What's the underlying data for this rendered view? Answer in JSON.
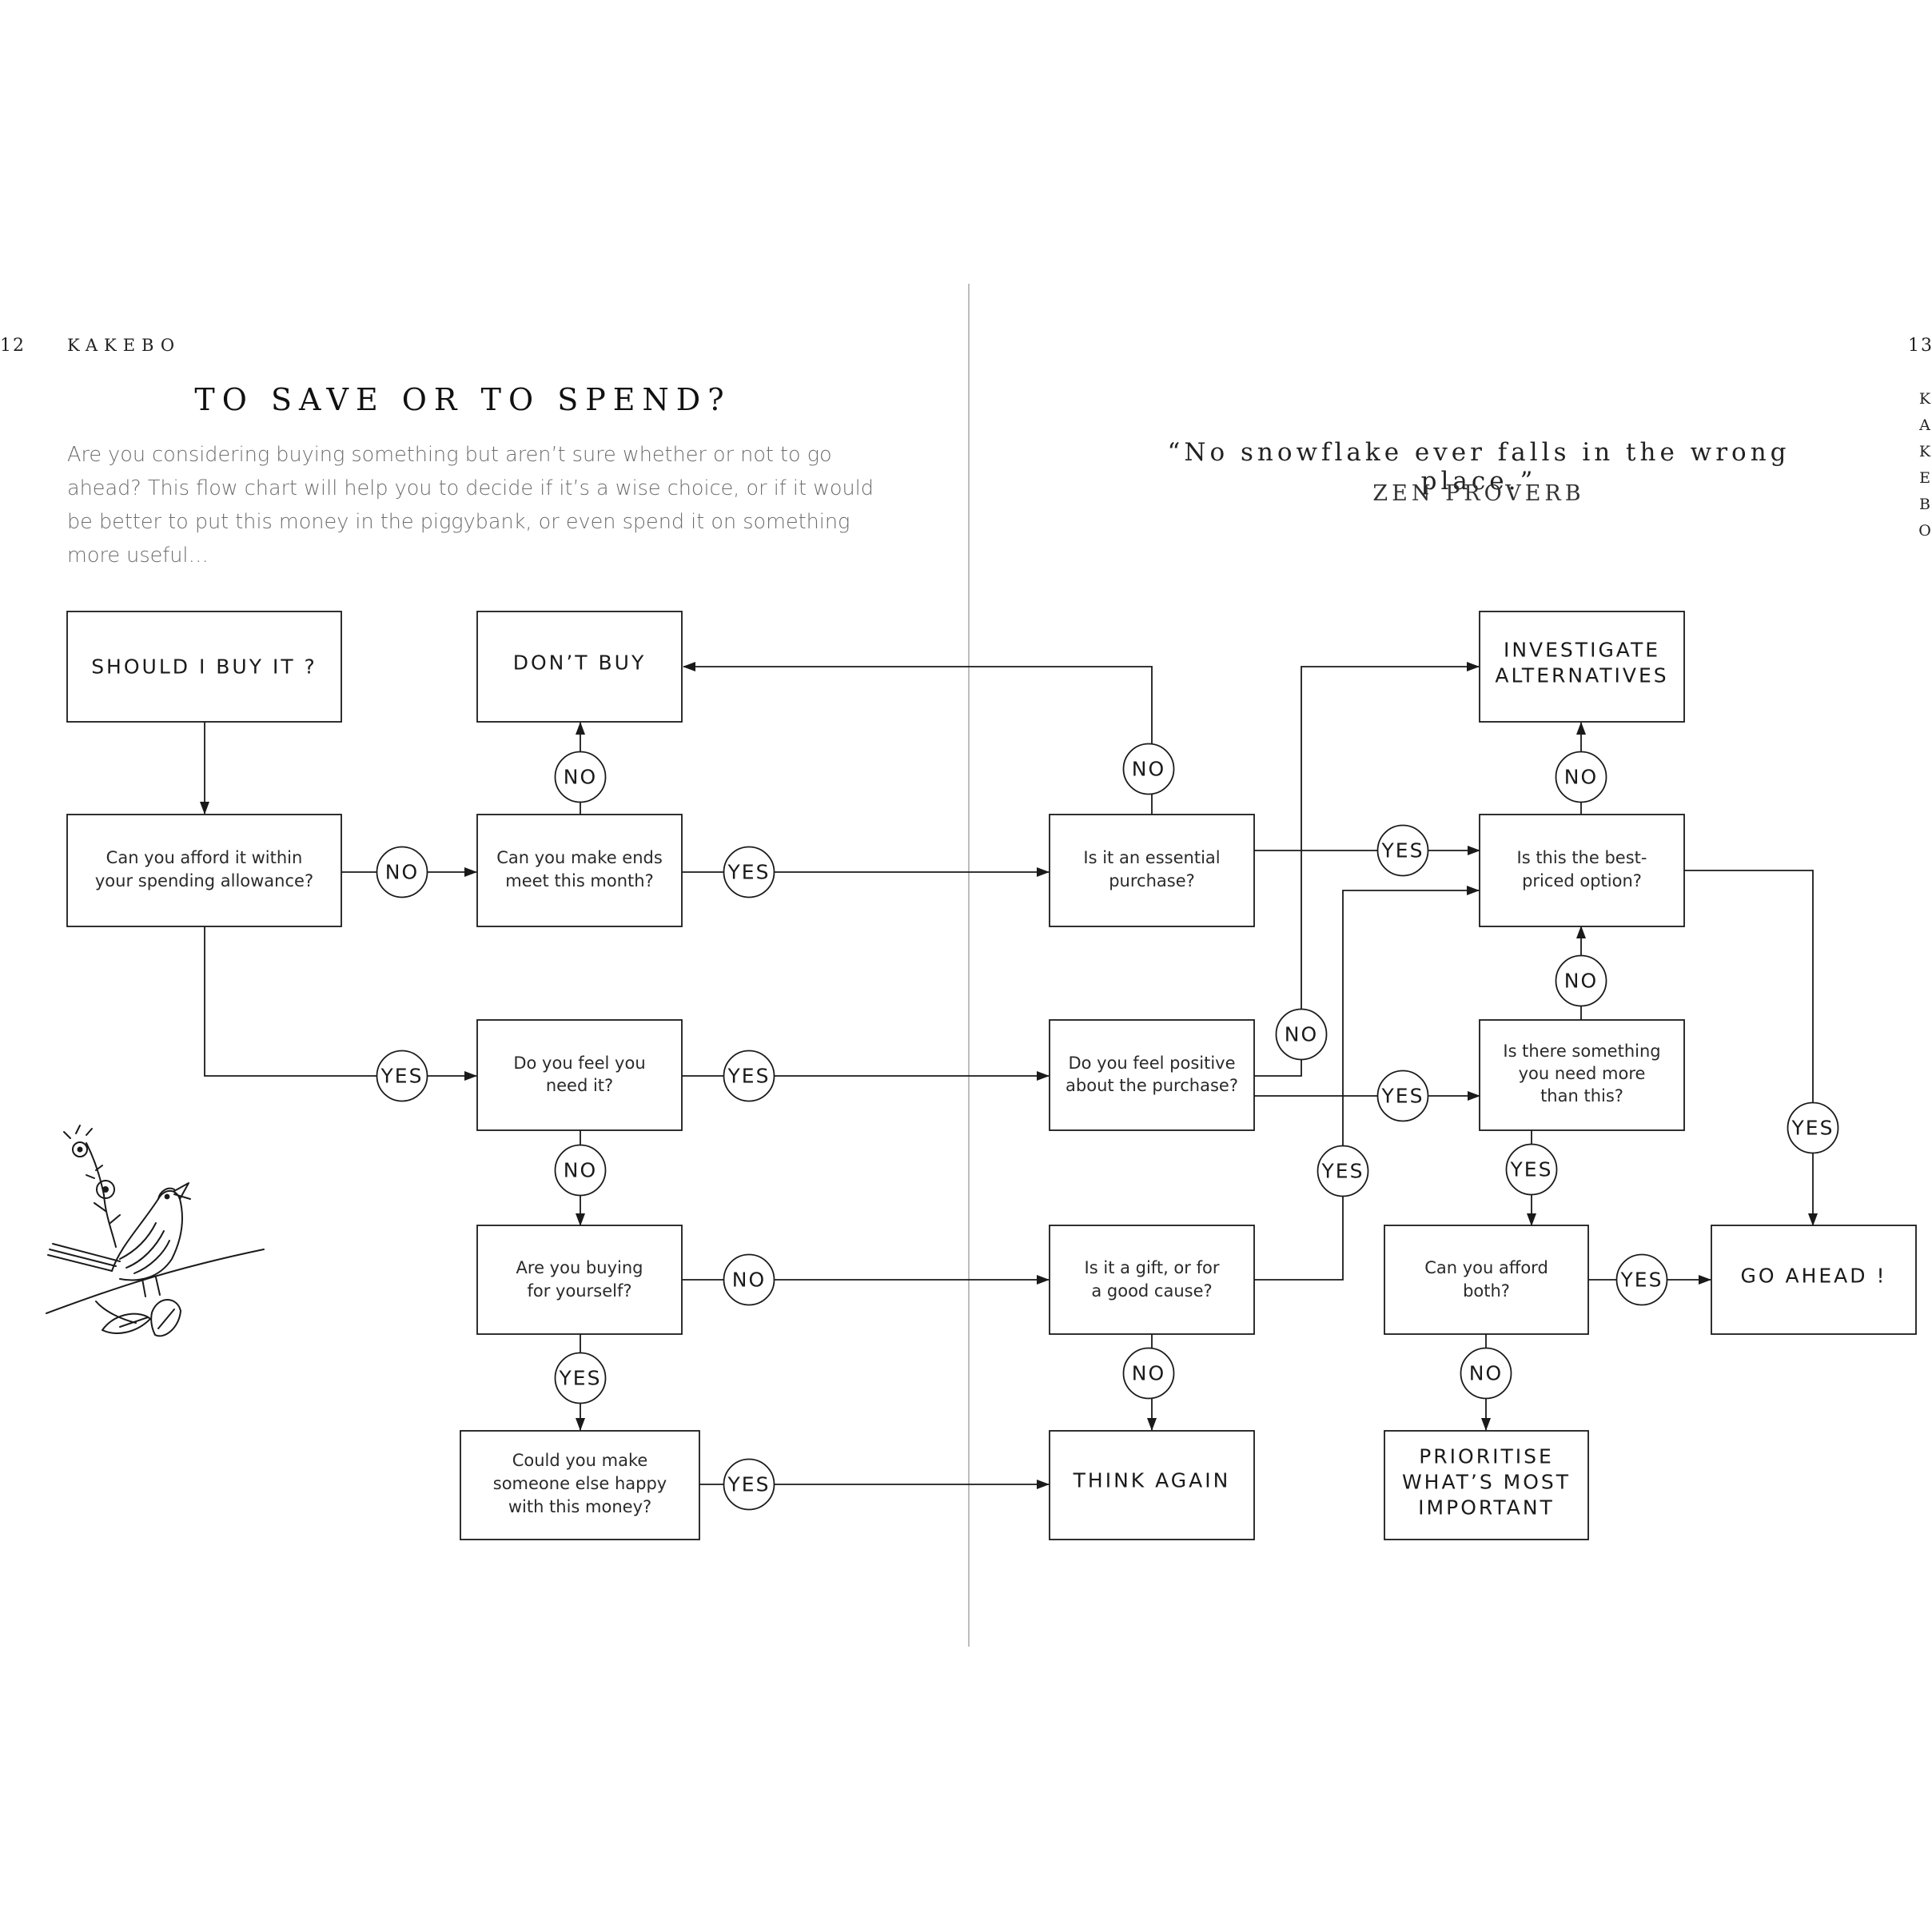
{
  "spread": {
    "left_page_number": "12",
    "right_page_number": "13",
    "running_head": "KAKEBO",
    "vertical_head_letters": [
      "K",
      "A",
      "K",
      "E",
      "B",
      "O"
    ],
    "title": "TO SAVE OR TO SPEND?",
    "intro": "Are you considering buying something but aren’t sure whether or not to go ahead? This flow chart will help you to decide if it’s a wise choice, or if it would be better to put this money in the piggybank, or even spend it on something more useful…",
    "quote": "“No snowflake ever falls in the wrong place.”",
    "quote_author": "ZEN PROVERB",
    "illustration": "bird-on-branch-icon"
  },
  "flowchart": {
    "nodes": {
      "should_buy": [
        "SHOULD I BUY IT ?"
      ],
      "afford_allowance": [
        "Can you afford it within",
        "your spending allowance?"
      ],
      "dont_buy": [
        "DON’T BUY"
      ],
      "make_ends_meet": [
        "Can you make ends",
        "meet this month?"
      ],
      "feel_need": [
        "Do you feel you",
        "need it?"
      ],
      "buying_yourself": [
        "Are you buying",
        "for yourself?"
      ],
      "someone_else_happy": [
        "Could you make",
        "someone else happy",
        "with this money?"
      ],
      "essential": [
        "Is it an essential",
        "purchase?"
      ],
      "feel_positive": [
        "Do you feel positive",
        "about the purchase?"
      ],
      "gift_cause": [
        "Is it a gift, or for",
        "a good cause?"
      ],
      "think_again": [
        "THINK AGAIN"
      ],
      "investigate": [
        "INVESTIGATE",
        "ALTERNATIVES"
      ],
      "best_priced": [
        "Is this the best-",
        "priced option?"
      ],
      "need_more": [
        "Is there something",
        "you need more",
        "than this?"
      ],
      "afford_both": [
        "Can you afford",
        "both?"
      ],
      "go_ahead": [
        "GO AHEAD !"
      ],
      "prioritise": [
        "PRIORITISE",
        "WHAT’S MOST",
        "IMPORTANT"
      ]
    },
    "labels": {
      "no": "NO",
      "yes": "YES"
    }
  }
}
